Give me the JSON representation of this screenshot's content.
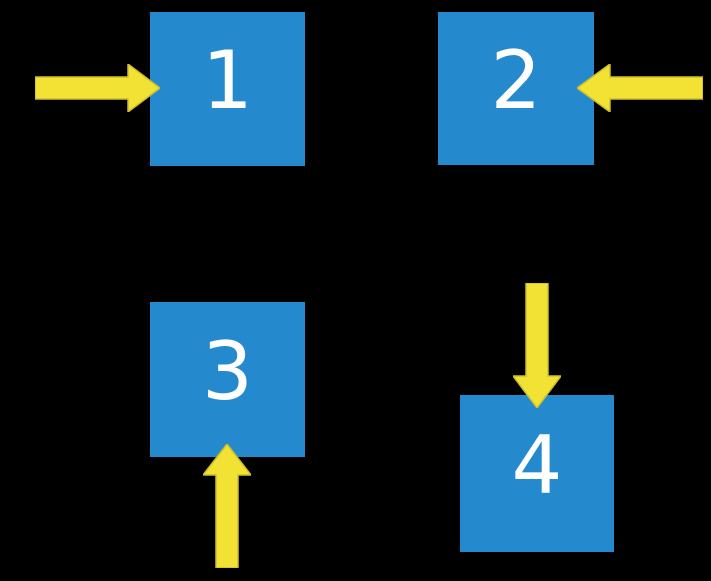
{
  "slide": {
    "background": "#000000",
    "colors": {
      "box_fill": "#2589CE",
      "label_color": "#FFFFFF",
      "arrow_fill": "#F2E233",
      "arrow_stroke": "#CDBE2B"
    },
    "boxes": [
      {
        "label": "1",
        "position": "top-left",
        "arrow_points": "right",
        "arrow_enters_from": "left"
      },
      {
        "label": "2",
        "position": "top-right",
        "arrow_points": "left",
        "arrow_enters_from": "right"
      },
      {
        "label": "3",
        "position": "bottom-left",
        "arrow_points": "up",
        "arrow_enters_from": "bottom"
      },
      {
        "label": "4",
        "position": "bottom-right",
        "arrow_points": "down",
        "arrow_enters_from": "top"
      }
    ]
  }
}
